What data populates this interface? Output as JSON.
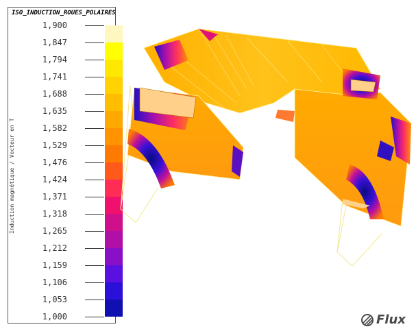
{
  "legend": {
    "title": "ISO_INDUCTION_ROUES_POLAIRES",
    "axis_label": "Induction magnétique / Vecteur en T",
    "ticks": [
      "1,900",
      "1,847",
      "1,794",
      "1,741",
      "1,688",
      "1,635",
      "1,582",
      "1,529",
      "1,476",
      "1,424",
      "1,371",
      "1,318",
      "1,265",
      "1,212",
      "1,159",
      "1,106",
      "1,053",
      "1,000"
    ],
    "colors": [
      "#fff7c0",
      "#ffff00",
      "#ffe800",
      "#ffd200",
      "#ffbd00",
      "#ffa800",
      "#ff9300",
      "#ff7a00",
      "#ff5a1a",
      "#ff2d55",
      "#f0106e",
      "#d0108a",
      "#b010a8",
      "#8a10c8",
      "#5a10e0",
      "#2a10d8",
      "#1010b0",
      "#0a0a80"
    ]
  },
  "logo": {
    "text": "Flux"
  },
  "colors": {
    "surface_main": "#ffb800",
    "surface_light": "#ffd84a",
    "edge_line": "#f5f0a0",
    "hot": "#ff3060",
    "deep": "#2010c8"
  }
}
